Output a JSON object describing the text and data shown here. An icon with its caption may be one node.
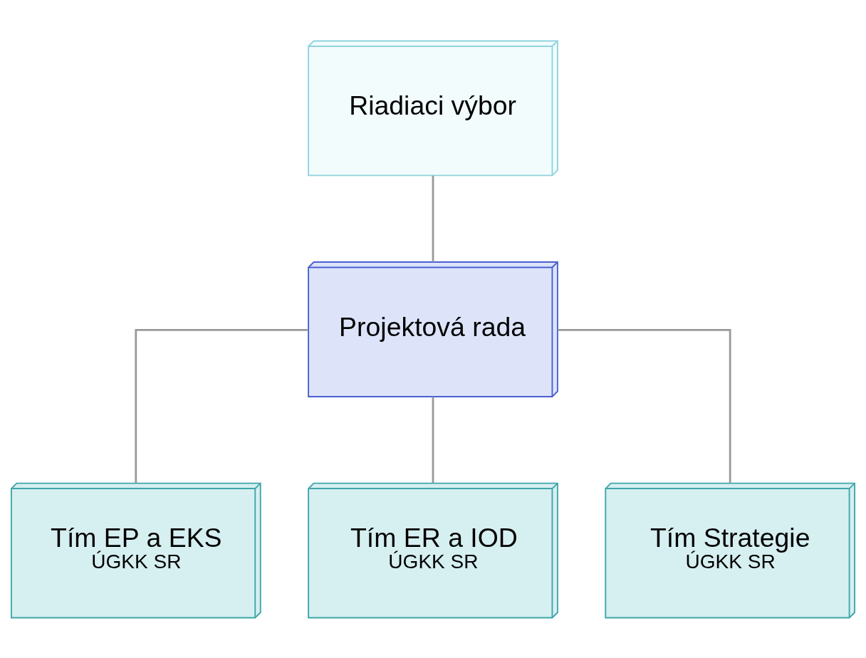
{
  "diagram": {
    "nodes": [
      {
        "text": [
          "Riadiaci výbor"
        ]
      },
      {
        "text": [
          "Projektová rada"
        ]
      },
      {
        "text": [
          "Tím EP a EKS",
          "ÚGKK SR"
        ]
      },
      {
        "text": [
          "Tím ER a IOD",
          "ÚGKK SR"
        ]
      },
      {
        "text": [
          "Tím Strategie",
          "ÚGKK SR"
        ]
      }
    ],
    "edges": [
      {
        "from": 0,
        "to": 1,
        "arrow": "none"
      },
      {
        "from": 1,
        "to": 2,
        "arrow": "none"
      },
      {
        "from": 1,
        "to": 3,
        "arrow": "none"
      },
      {
        "from": 1,
        "to": 4,
        "arrow": "none"
      }
    ]
  }
}
